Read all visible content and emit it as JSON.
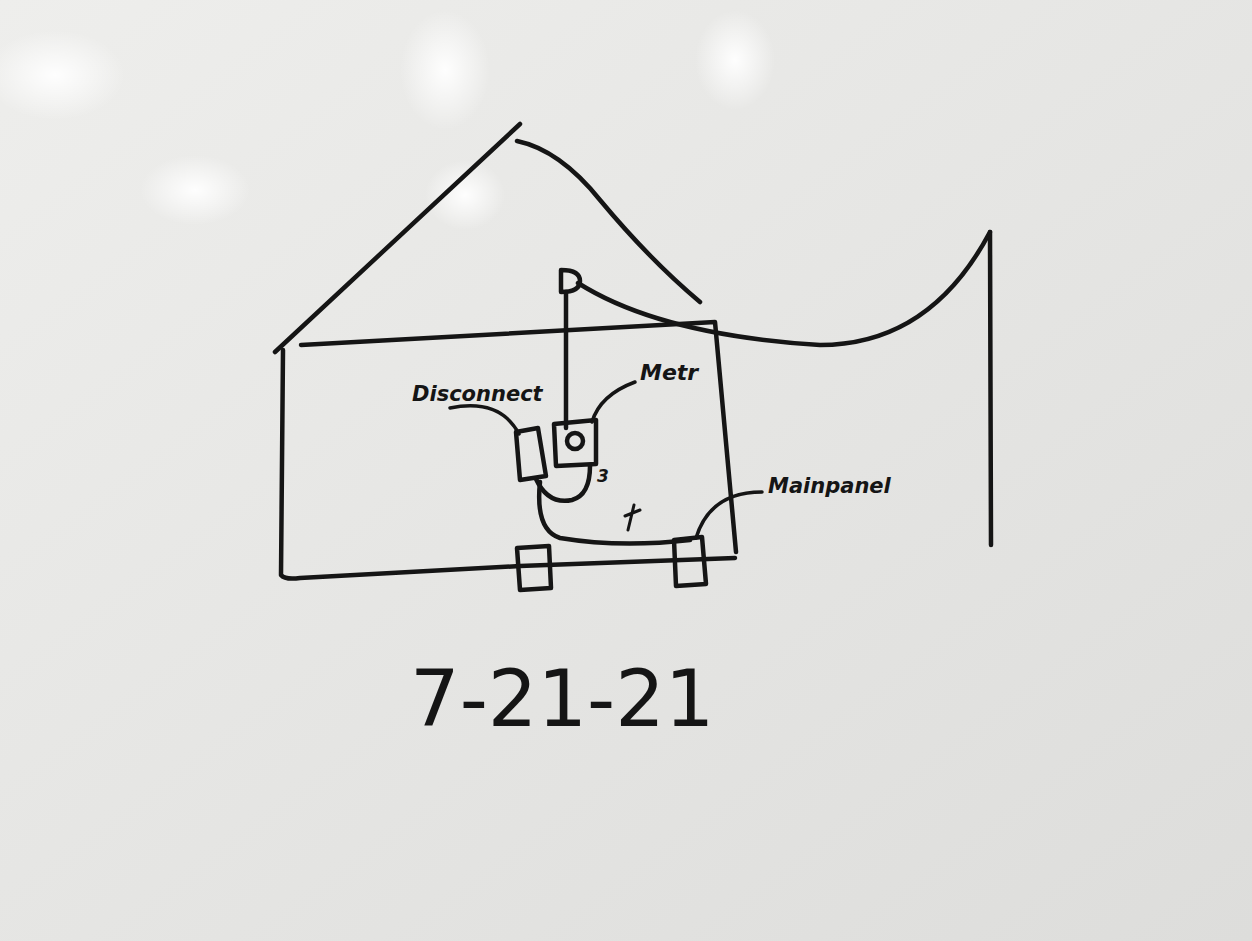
{
  "diagram": {
    "labels": [
      "Disconnect",
      "Metr",
      "Mainpanel",
      "3",
      "7-21-21"
    ]
  }
}
